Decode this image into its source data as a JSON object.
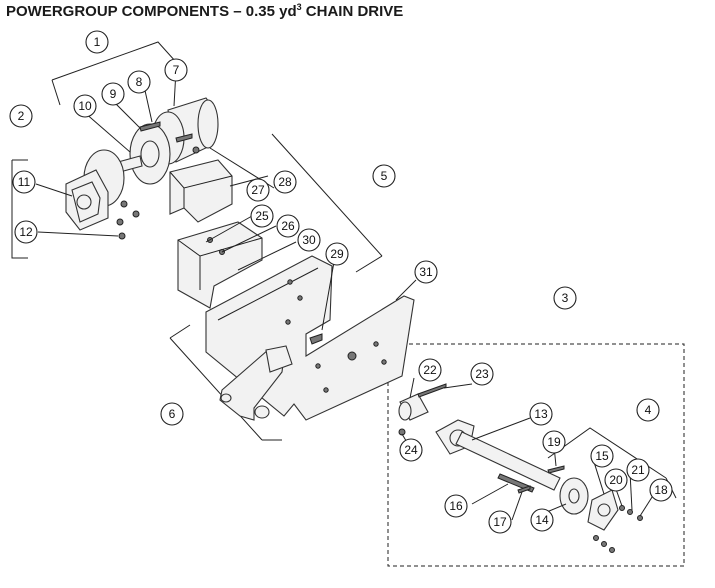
{
  "title": {
    "main": "POWERGROUP COMPONENTS – 0.35 yd",
    "superscript": "3",
    "suffix": " CHAIN DRIVE"
  },
  "callouts": [
    "1",
    "2",
    "3",
    "4",
    "5",
    "6",
    "7",
    "8",
    "9",
    "10",
    "11",
    "12",
    "13",
    "14",
    "15",
    "16",
    "17",
    "18",
    "19",
    "20",
    "21",
    "22",
    "23",
    "24",
    "25",
    "26",
    "27",
    "28",
    "29",
    "30",
    "31"
  ]
}
